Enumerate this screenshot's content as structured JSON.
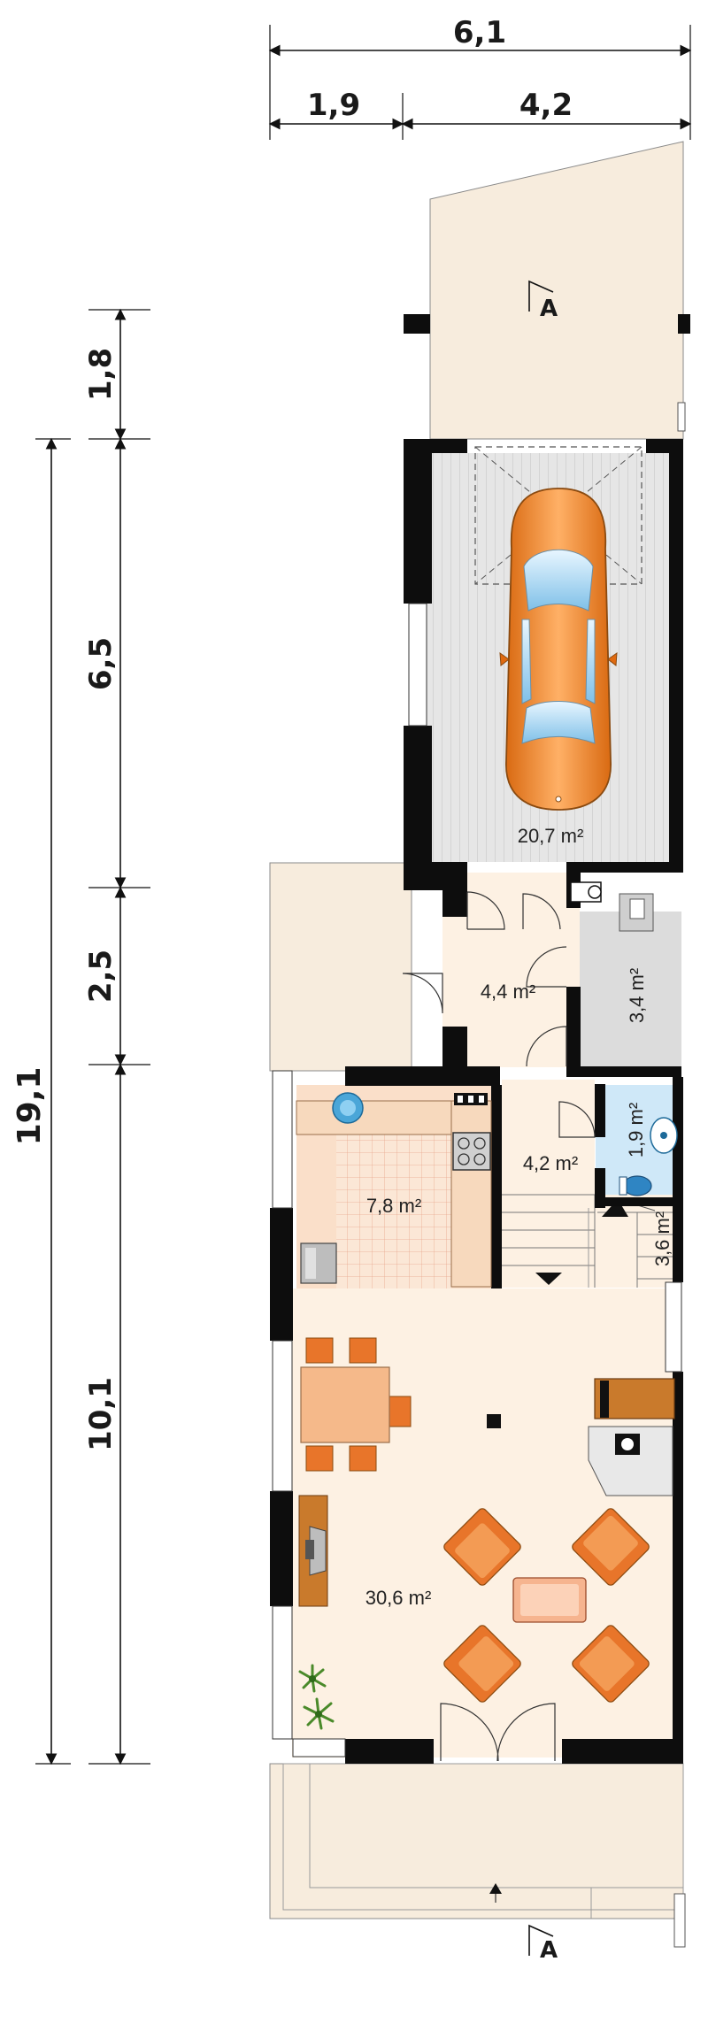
{
  "dimensions": {
    "total_width": "6,1",
    "left_width": "1,9",
    "right_width": "4,2",
    "total_length": "19,1",
    "seg_1": "1,8",
    "seg_2": "6,5",
    "seg_3": "2,5",
    "seg_4": "10,1"
  },
  "rooms": {
    "garage": {
      "area": "20,7 m²"
    },
    "hall": {
      "area": "4,4 m²"
    },
    "storage": {
      "area": "3,4 m²"
    },
    "wc": {
      "area": "1,9 m²"
    },
    "stairs_hall": {
      "area": "4,2 m²"
    },
    "stairs": {
      "area": "3,6 m²"
    },
    "kitchen": {
      "area": "7,8 m²"
    },
    "living": {
      "area": "30,6 m²"
    }
  },
  "section_marker": {
    "label": "A"
  },
  "colors": {
    "wall": "#0d0d0d",
    "floor_main": "#fdf1e3",
    "outdoor": "#f7ecdd",
    "garage_floor": "#e4e4e4",
    "kitchen_tile": "#fadfc9",
    "wc_floor": "#cfe8f8",
    "car_body": "#f08a2a",
    "furniture": "#e8752a"
  }
}
